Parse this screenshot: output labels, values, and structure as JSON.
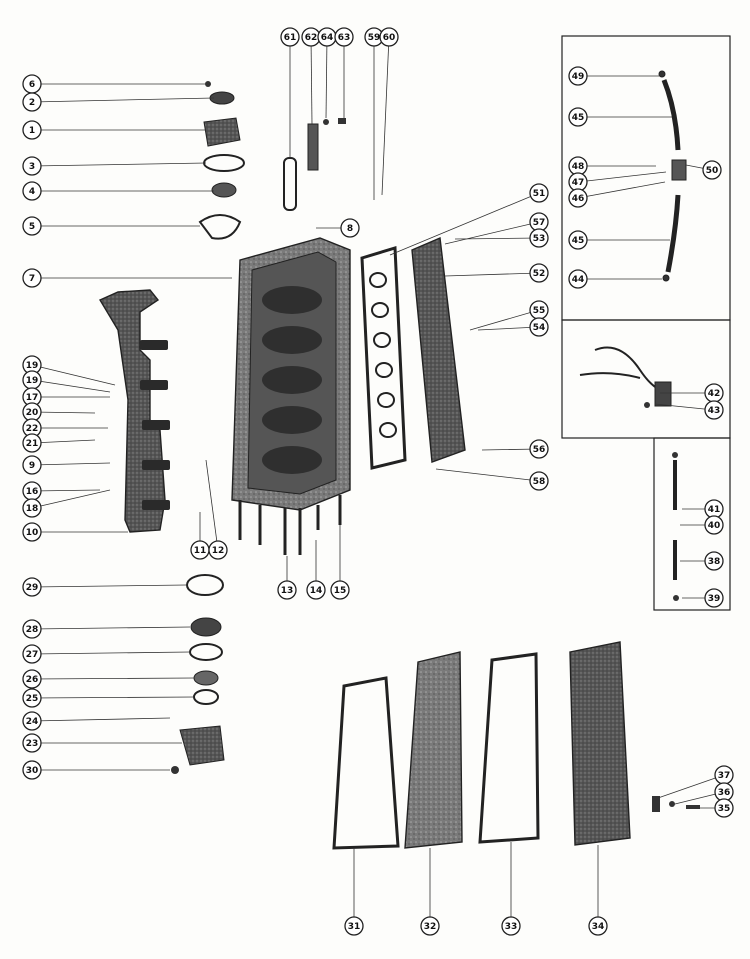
{
  "diagram": {
    "callouts": [
      {
        "id": "c6",
        "label": "6"
      },
      {
        "id": "c2",
        "label": "2"
      },
      {
        "id": "c1",
        "label": "1"
      },
      {
        "id": "c3",
        "label": "3"
      },
      {
        "id": "c4",
        "label": "4"
      },
      {
        "id": "c5",
        "label": "5"
      },
      {
        "id": "c7",
        "label": "7"
      },
      {
        "id": "c19a",
        "label": "19"
      },
      {
        "id": "c19b",
        "label": "19"
      },
      {
        "id": "c17",
        "label": "17"
      },
      {
        "id": "c20",
        "label": "20"
      },
      {
        "id": "c22",
        "label": "22"
      },
      {
        "id": "c21",
        "label": "21"
      },
      {
        "id": "c9",
        "label": "9"
      },
      {
        "id": "c16",
        "label": "16"
      },
      {
        "id": "c18",
        "label": "18"
      },
      {
        "id": "c10",
        "label": "10"
      },
      {
        "id": "c11",
        "label": "11"
      },
      {
        "id": "c12",
        "label": "12"
      },
      {
        "id": "c13",
        "label": "13"
      },
      {
        "id": "c14",
        "label": "14"
      },
      {
        "id": "c15",
        "label": "15"
      },
      {
        "id": "c61",
        "label": "61"
      },
      {
        "id": "c62",
        "label": "62"
      },
      {
        "id": "c64",
        "label": "64"
      },
      {
        "id": "c63",
        "label": "63"
      },
      {
        "id": "c59",
        "label": "59"
      },
      {
        "id": "c60",
        "label": "60"
      },
      {
        "id": "c8",
        "label": "8"
      },
      {
        "id": "c51",
        "label": "51"
      },
      {
        "id": "c57",
        "label": "57"
      },
      {
        "id": "c53",
        "label": "53"
      },
      {
        "id": "c52",
        "label": "52"
      },
      {
        "id": "c55",
        "label": "55"
      },
      {
        "id": "c54",
        "label": "54"
      },
      {
        "id": "c56",
        "label": "56"
      },
      {
        "id": "c58",
        "label": "58"
      },
      {
        "id": "c49",
        "label": "49"
      },
      {
        "id": "c45a",
        "label": "45"
      },
      {
        "id": "c48",
        "label": "48"
      },
      {
        "id": "c47",
        "label": "47"
      },
      {
        "id": "c46",
        "label": "46"
      },
      {
        "id": "c50",
        "label": "50"
      },
      {
        "id": "c45b",
        "label": "45"
      },
      {
        "id": "c44",
        "label": "44"
      },
      {
        "id": "c42",
        "label": "42"
      },
      {
        "id": "c43",
        "label": "43"
      },
      {
        "id": "c41",
        "label": "41"
      },
      {
        "id": "c40",
        "label": "40"
      },
      {
        "id": "c38",
        "label": "38"
      },
      {
        "id": "c39",
        "label": "39"
      },
      {
        "id": "c29",
        "label": "29"
      },
      {
        "id": "c28",
        "label": "28"
      },
      {
        "id": "c27",
        "label": "27"
      },
      {
        "id": "c26",
        "label": "26"
      },
      {
        "id": "c25",
        "label": "25"
      },
      {
        "id": "c24",
        "label": "24"
      },
      {
        "id": "c23",
        "label": "23"
      },
      {
        "id": "c30",
        "label": "30"
      },
      {
        "id": "c31",
        "label": "31"
      },
      {
        "id": "c32",
        "label": "32"
      },
      {
        "id": "c33",
        "label": "33"
      },
      {
        "id": "c34",
        "label": "34"
      },
      {
        "id": "c37",
        "label": "37"
      },
      {
        "id": "c36",
        "label": "36"
      },
      {
        "id": "c35",
        "label": "35"
      }
    ]
  },
  "colors": {
    "ink": "#222222",
    "part_dark": "#3a3a3a",
    "part_mid": "#6b6b6b",
    "part_light": "#9a9a9a",
    "paper": "#fdfdfb"
  }
}
